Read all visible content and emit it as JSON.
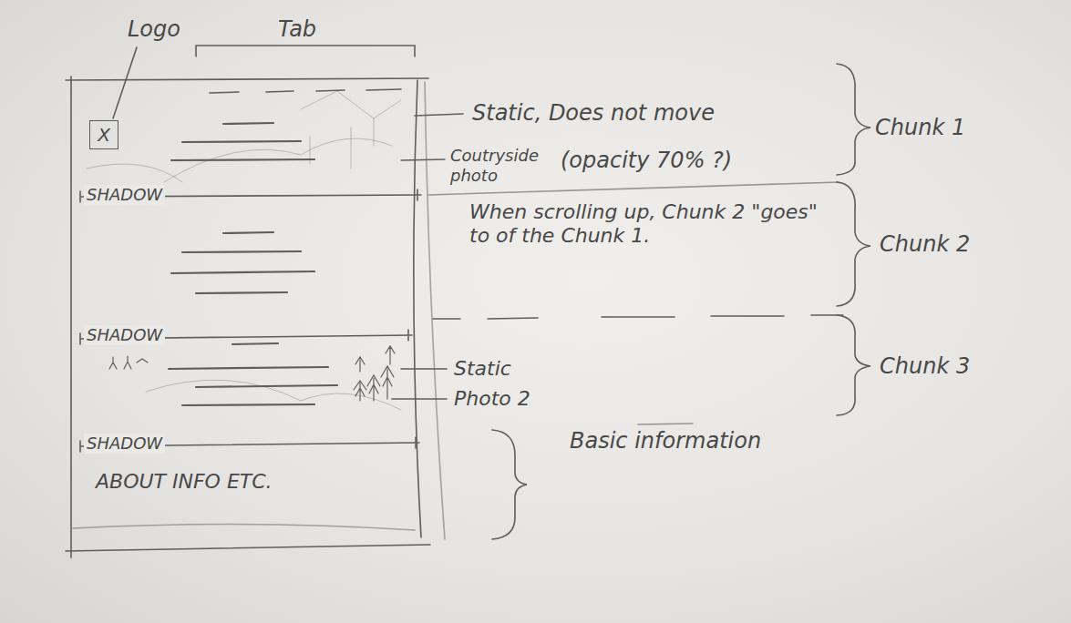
{
  "diagram": {
    "nodes": [
      {
        "text": [
          "X"
        ]
      }
    ],
    "labels": [
      "Logo",
      "Tab",
      "Static, Does not move",
      "Coutryside photo",
      "(opacity 70% ?)",
      "Chunk 1",
      "SHADOW",
      "When scrolling up, Chunk 2 \"goes\" to of the Chunk 1.",
      "Chunk 2",
      "SHADOW",
      "Static",
      "Photo 2",
      "Chunk 3",
      "SHADOW",
      "ABOUT INFO ETC.",
      "Basic information"
    ]
  }
}
